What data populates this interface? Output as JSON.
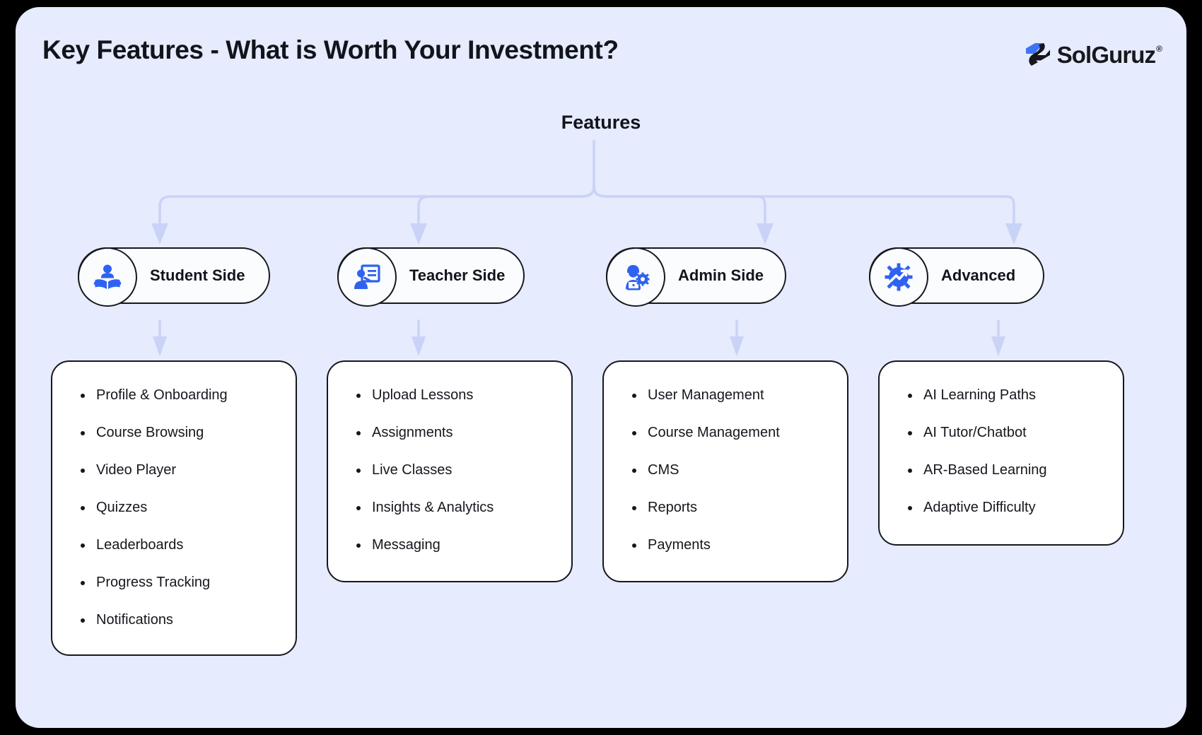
{
  "header": {
    "title": "Key Features - What is Worth Your Investment?",
    "brand": {
      "wordmark": "SolGuruz",
      "registered": "®",
      "mark_icon": "solguruz-hex-s-logo",
      "mark_blue": "#2f6bf3",
      "mark_dark": "#15171d"
    }
  },
  "diagram": {
    "type": "tree",
    "root": {
      "label": "Features"
    },
    "connector_color": "#c9d3f7",
    "background": "#e6ebfd",
    "branches": [
      {
        "id": "student",
        "label": "Student Side",
        "icon": "student-reading-icon",
        "items": [
          "Profile & Onboarding",
          "Course Browsing",
          "Video Player",
          "Quizzes",
          "Leaderboards",
          "Progress Tracking",
          "Notifications"
        ]
      },
      {
        "id": "teacher",
        "label": "Teacher Side",
        "icon": "teacher-presenting-icon",
        "items": [
          "Upload Lessons",
          "Assignments",
          "Live Classes",
          "Insights & Analytics",
          "Messaging"
        ]
      },
      {
        "id": "admin",
        "label": "Admin Side",
        "icon": "admin-laptop-gear-icon",
        "items": [
          "User Management",
          "Course Management",
          "CMS",
          "Reports",
          "Payments"
        ]
      },
      {
        "id": "advanced",
        "label": "Advanced",
        "icon": "gear-trending-up-icon",
        "items": [
          "AI Learning Paths",
          "AI Tutor/Chatbot",
          "AR-Based Learning",
          "Adaptive Difficulty"
        ]
      }
    ]
  }
}
